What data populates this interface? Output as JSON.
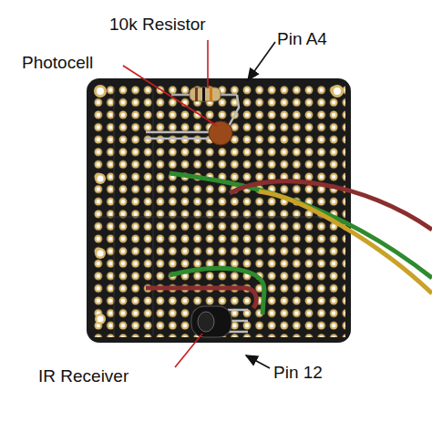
{
  "diagram": {
    "labels": [
      "10k Resistor",
      "Photocell",
      "Pin A4",
      "IR Receiver",
      "Pin 12"
    ]
  }
}
